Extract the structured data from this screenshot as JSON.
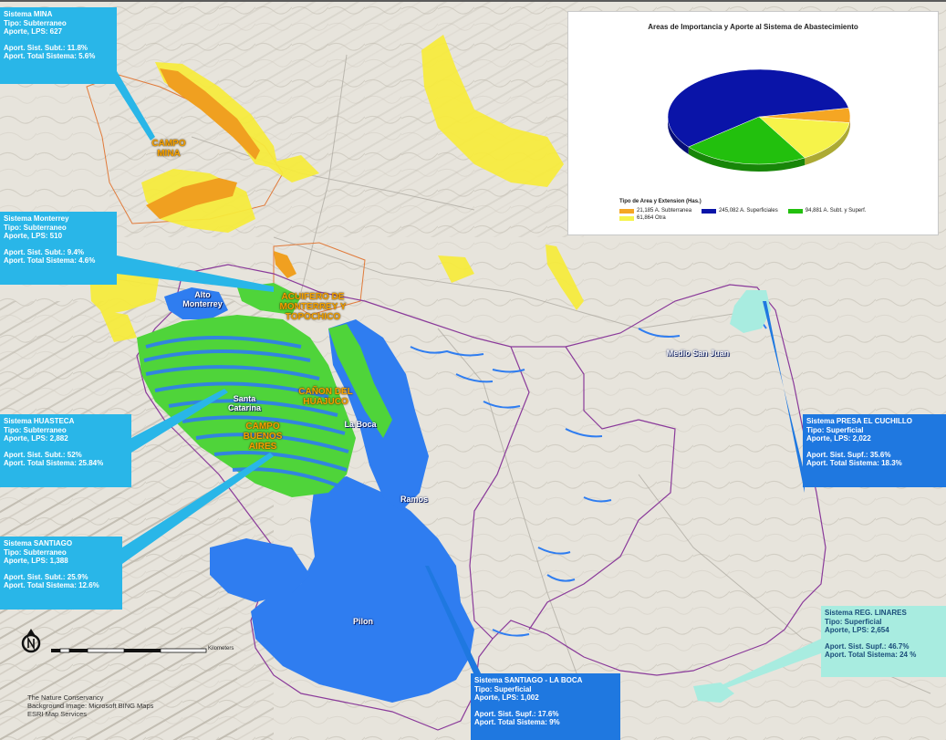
{
  "chart": {
    "title": "Areas de Importancia y Aporte al Sistema de Abastecimiento",
    "legend_title": "Tipo de Area y Extension (Has.)",
    "legend": [
      {
        "label": "21,185 A. Subterranea",
        "color": "#f5a623"
      },
      {
        "label": "245,082 A. Superficiales",
        "color": "#0a14a8"
      },
      {
        "label": "94,881 A. Subt. y Superf.",
        "color": "#22c00d"
      },
      {
        "label": "61,864 Otra",
        "color": "#f6f34a"
      }
    ]
  },
  "chart_data": {
    "type": "pie",
    "title": "Areas de Importancia y Aporte al Sistema de Abastecimiento",
    "categories": [
      "A. Subterranea",
      "A. Superficiales",
      "A. Subt. y Superf.",
      "Otra"
    ],
    "values": [
      21185,
      245082,
      94881,
      61864
    ],
    "colors": [
      "#f5a623",
      "#0a14a8",
      "#22c00d",
      "#f6f34a"
    ]
  },
  "callouts": {
    "mina": {
      "title": "Sistema MINA",
      "tipo": "Tipo: Subterraneo",
      "aporte": "Aporte, LPS: 627",
      "subt": "Aport. Sist. Subt.: 11.8%",
      "total": "Aport. Total Sistema: 5.6%"
    },
    "monterrey": {
      "title": "Sistema Monterrey",
      "tipo": "Tipo: Subterraneo",
      "aporte": "Aporte, LPS: 510",
      "subt": "Aport. Sist. Subt.: 9.4%",
      "total": "Aport. Total Sistema: 4.6%"
    },
    "huasteca": {
      "title": "Sistema HUASTECA",
      "tipo": "Tipo: Subterraneo",
      "aporte": "Aporte, LPS: 2,882",
      "subt": "Aport. Sist. Subt.: 52%",
      "total": "Aport. Total Sistema: 25.84%"
    },
    "santiago": {
      "title": "Sistema SANTIAGO",
      "tipo": "Tipo: Subterraneo",
      "aporte": "Aporte, LPS: 1,388",
      "subt": "Aport. Sist. Subt.: 25.9%",
      "total": "Aport. Total Sistema: 12.6%"
    },
    "cuchillo": {
      "title": "Sistema PRESA EL CUCHILLO",
      "tipo": "Tipo: Superficial",
      "aporte": "Aporte, LPS: 2,022",
      "subt": "Aport. Sist. Supf.: 35.6%",
      "total": "Aport. Total Sistema: 18.3%"
    },
    "linares": {
      "title": "Sistema REG. LINARES",
      "tipo": "Tipo: Superficial",
      "aporte": "Aporte, LPS: 2,654",
      "subt": "Aport. Sist. Supf.: 46.7%",
      "total": "Aport. Total Sistema: 24 %"
    },
    "laboca": {
      "title": "Sistema SANTIAGO - LA BOCA",
      "tipo": "Tipo: Superficial",
      "aporte": "Aporte, LPS: 1,002",
      "subt": "Aport. Sist. Supf.: 17.6%",
      "total": "Aport. Total Sistema: 9%"
    }
  },
  "labels": {
    "campo_mina": "CAMPO MINA",
    "acuifero": "ACUIFERO DE MONTERREY Y TOPOCHICO",
    "canon": "CAÑON DEL HUAJUCO",
    "campo_buenos": "CAMPO BUENOS AIRES",
    "alto": "Alto Monterrey",
    "santa": "Santa Catarina",
    "la_boca": "La Boca",
    "ramos": "Ramos",
    "medio": "Medio San Juan",
    "pilon": "Pilon"
  },
  "credits": {
    "line1": "The Nature Conservancy",
    "line2": "Background Image: Microsoft BING Maps",
    "line3": "ESRI Map Services"
  },
  "scale": {
    "unit": "Kilometers"
  },
  "icons": {
    "north": "north-arrow-icon"
  },
  "colors": {
    "callout_cyan": "#29b6e8",
    "callout_blue": "#1f78e0",
    "callout_mint": "#a8ece0",
    "water_blue": "#2f7df0",
    "aquifer_green": "#4fd43a",
    "yellow": "#f7ec3a",
    "orange": "#f0a020"
  }
}
